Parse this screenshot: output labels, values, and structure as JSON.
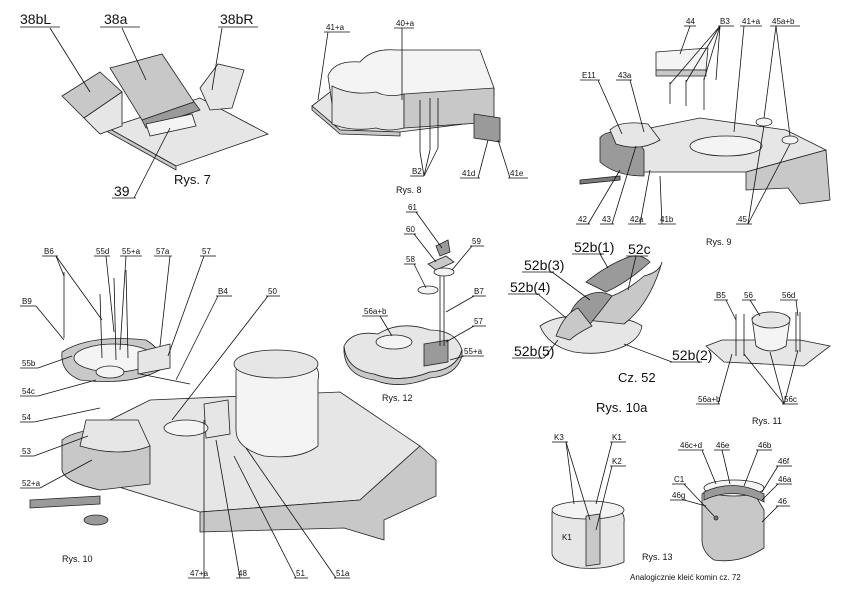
{
  "figures": {
    "rys7": {
      "caption": "Rys. 7",
      "labels": {
        "l38bL": "38bL",
        "l38a": "38a",
        "l38bR": "38bR",
        "l39": "39"
      }
    },
    "rys8": {
      "caption": "Rys. 8",
      "labels": {
        "l41a": "41+a",
        "l40a": "40+a",
        "lB2": "B2",
        "l41d": "41d",
        "l41e": "41e"
      }
    },
    "rys9": {
      "caption": "Rys. 9",
      "labels": {
        "l44": "44",
        "lB3": "B3",
        "l41a": "41+a",
        "l45ab": "45a+b",
        "lE11": "E11",
        "l43a": "43a",
        "l42": "42",
        "l43": "43",
        "l42a": "42a",
        "l41b": "41b",
        "l45": "45"
      }
    },
    "rys10": {
      "caption": "Rys. 10",
      "labels": {
        "lB6": "B6",
        "l55d": "55d",
        "l55a": "55+a",
        "l57a": "57a",
        "l57": "57",
        "lB9": "B9",
        "lB4": "B4",
        "l50": "50",
        "l55b": "55b",
        "l54c": "54c",
        "l54": "54",
        "l53": "53",
        "l52a": "52+a",
        "l47a": "47+a",
        "l48": "48",
        "l51": "51",
        "l51a": "51a"
      }
    },
    "rys12": {
      "caption": "Rys. 12",
      "labels": {
        "l61": "61",
        "l60": "60",
        "l59": "59",
        "l58": "58",
        "lB7": "B7",
        "l56ab": "56a+b",
        "l57": "57",
        "l55a": "55+a"
      }
    },
    "cz52": {
      "caption": "Cz. 52",
      "labels": {
        "l52b1": "52b(1)",
        "l52c": "52c",
        "l52b3": "52b(3)",
        "l52b4": "52b(4)",
        "l52b5": "52b(5)",
        "l52b2": "52b(2)"
      }
    },
    "rys10a": {
      "caption": "Rys. 10a"
    },
    "rys11": {
      "caption": "Rys. 11",
      "labels": {
        "lB5": "B5",
        "l56": "56",
        "l56d": "56d",
        "l56ab": "56a+b",
        "l56c": "56c"
      }
    },
    "rys13": {
      "caption": "Rys. 13",
      "labels": {
        "lK3": "K3",
        "lK1": "K1",
        "lK2": "K2",
        "l46cd": "46c+d",
        "l46e": "46e",
        "l46b": "46b",
        "l46f": "46f",
        "lC1": "C1",
        "l46a": "46a",
        "l46g": "46g",
        "l46": "46"
      }
    },
    "note": "Analogicznie kleić komin cz. 72"
  }
}
